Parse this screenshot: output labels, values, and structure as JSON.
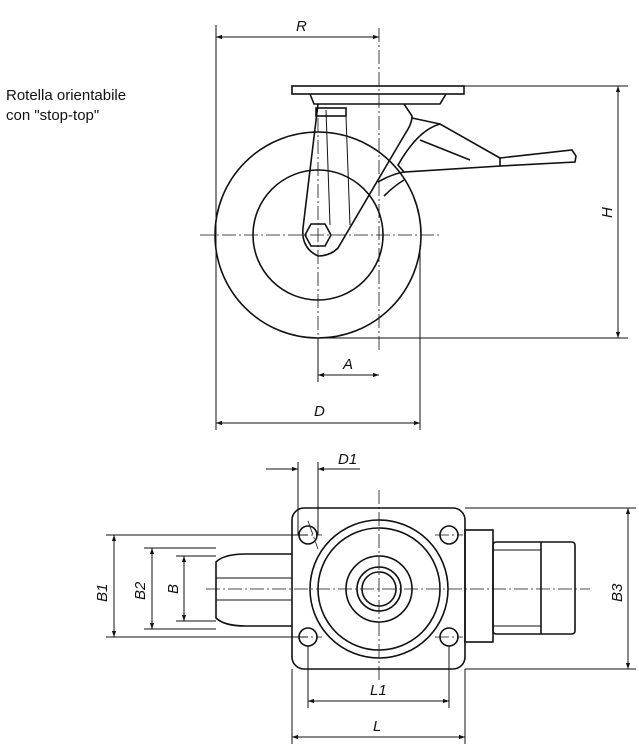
{
  "caption": {
    "line1": "Rotella orientabile",
    "line2": "con \"stop-top\""
  },
  "dimensions": {
    "R": "R",
    "H": "H",
    "A": "A",
    "D": "D",
    "D1": "D1",
    "B1": "B1",
    "B2": "B2",
    "B": "B",
    "B3": "B3",
    "L1": "L1",
    "L": "L"
  },
  "colors": {
    "line": "#111111",
    "background": "#ffffff"
  }
}
